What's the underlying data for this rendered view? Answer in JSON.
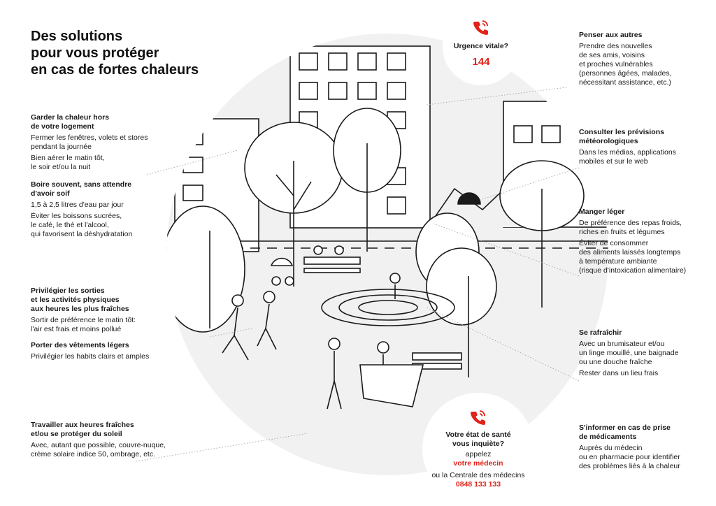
{
  "title": [
    "Des solutions",
    "pour vous protéger",
    "en cas de fortes chaleurs"
  ],
  "accent_color": "#e2231a",
  "left_sections": [
    {
      "heading": [
        "Garder la chaleur hors",
        "de votre logement"
      ],
      "paragraphs": [
        [
          "Fermer les fenêtres, volets et stores",
          "pendant la journée"
        ],
        [
          "Bien aérer le matin tôt,",
          "le soir et/ou la nuit"
        ]
      ]
    },
    {
      "heading": [
        "Boire souvent, sans attendre",
        "d'avoir soif"
      ],
      "paragraphs": [
        [
          "1,5 à 2,5 litres d'eau par jour"
        ],
        [
          "Éviter les boissons sucrées,",
          "le café, le thé et l'alcool,",
          "qui favorisent la déshydratation"
        ]
      ]
    },
    {
      "heading": [
        "Privilégier les sorties",
        "et les activités physiques",
        "aux heures les plus fraîches"
      ],
      "paragraphs": [
        [
          "Sortir de préférence le matin tôt:",
          "l'air est frais et moins pollué"
        ]
      ]
    },
    {
      "heading": [
        "Porter des vêtements légers"
      ],
      "paragraphs": [
        [
          "Privilégier les habits clairs et amples"
        ]
      ]
    },
    {
      "heading": [
        "Travailler aux heures fraîches",
        "et/ou se protéger du soleil"
      ],
      "paragraphs": [
        [
          "Avec, autant que possible, couvre-nuque,",
          "crème solaire indice 50, ombrage, etc."
        ]
      ]
    }
  ],
  "right_sections": [
    {
      "heading": [
        "Penser aux autres"
      ],
      "paragraphs": [
        [
          "Prendre des nouvelles",
          "de ses amis, voisins",
          "et proches vulnérables",
          "(personnes âgées, malades,",
          "nécessitant assistance, etc.)"
        ]
      ]
    },
    {
      "heading": [
        "Consulter les prévisions",
        "météorologiques"
      ],
      "paragraphs": [
        [
          "Dans les médias, applications",
          "mobiles et sur le web"
        ]
      ]
    },
    {
      "heading": [
        "Manger léger"
      ],
      "paragraphs": [
        [
          "De préférence des repas froids,",
          "riches en fruits et légumes"
        ],
        [
          "Éviter de consommer",
          "des aliments laissés longtemps",
          "à température ambiante",
          "(risque d'intoxication alimentaire)"
        ]
      ]
    },
    {
      "heading": [
        "Se rafraîchir"
      ],
      "paragraphs": [
        [
          "Avec un brumisateur et/ou",
          "un linge mouillé, une baignade",
          "ou une douche fraîche"
        ],
        [
          "Rester dans un lieu frais"
        ]
      ]
    },
    {
      "heading": [
        "S'informer en cas de prise",
        "de médicaments"
      ],
      "paragraphs": [
        [
          "Auprès du médecin",
          "ou en pharmacie pour identifier",
          "des problèmes liés à la chaleur"
        ]
      ]
    }
  ],
  "emergency": {
    "label": "Urgence vitale?",
    "number": "144",
    "icon": "phone-icon"
  },
  "health": {
    "question": [
      "Votre état de santé",
      "vous inquiète?"
    ],
    "call": "appelez",
    "doctor": "votre médecin",
    "alt": "ou la Centrale des médecins",
    "number": "0848 133 133",
    "icon": "phone-icon"
  }
}
